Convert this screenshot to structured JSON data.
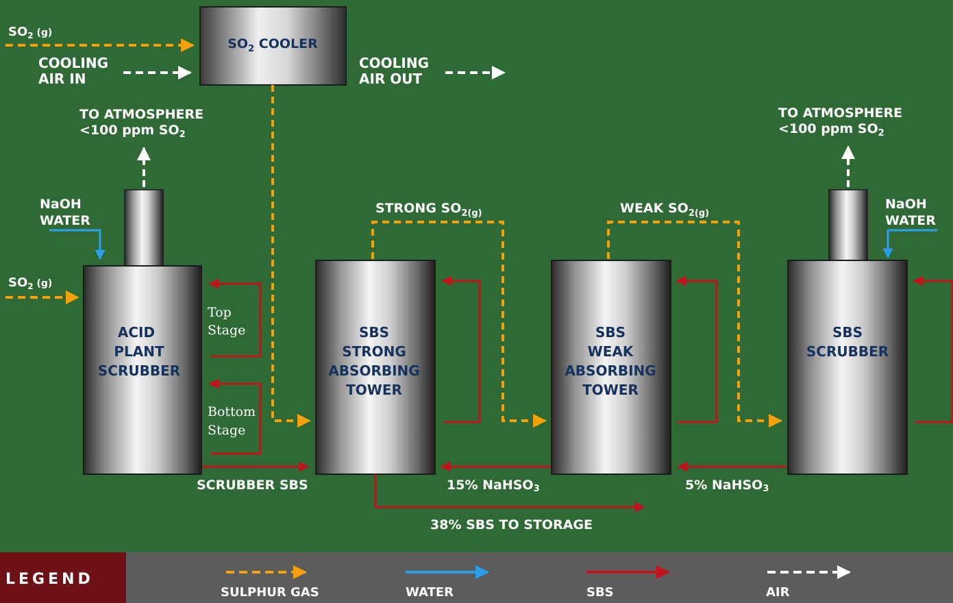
{
  "cooler": {
    "title_prefix": "SO",
    "title_sub": "2",
    "title_suffix": " COOLER"
  },
  "inputs": {
    "so2_top": {
      "main": "SO",
      "sub": "2",
      "state": " (g)"
    },
    "so2_left": {
      "main": "SO",
      "sub": "2",
      "state": " (g)"
    },
    "cooling_in": [
      "COOLING",
      "AIR IN"
    ],
    "cooling_out": [
      "COOLING",
      "AIR OUT"
    ],
    "naoh_left": [
      "NaOH",
      "WATER"
    ],
    "naoh_right": [
      "NaOH",
      "WATER"
    ]
  },
  "atmosphere_left": {
    "line1": "TO ATMOSPHERE",
    "line2_prefix": "<100 ppm SO",
    "line2_sub": "2"
  },
  "atmosphere_right": {
    "line1": "TO ATMOSPHERE",
    "line2_prefix": "<100 ppm SO",
    "line2_sub": "2"
  },
  "vessels": {
    "acid": [
      "ACID",
      "PLANT",
      "SCRUBBER"
    ],
    "strong": [
      "SBS",
      "STRONG",
      "ABSORBING",
      "TOWER"
    ],
    "weak": [
      "SBS",
      "WEAK",
      "ABSORBING",
      "TOWER"
    ],
    "scrubber": [
      "SBS",
      "SCRUBBER"
    ]
  },
  "stages": {
    "top": [
      "Top",
      "Stage"
    ],
    "bottom": [
      "Bottom",
      "Stage"
    ]
  },
  "streams": {
    "strong_so2": {
      "prefix": "STRONG SO",
      "sub": "2(g)"
    },
    "weak_so2": {
      "prefix": "WEAK SO",
      "sub": "2(g)"
    },
    "scrubber_sbs": "SCRUBBER SBS",
    "nahso3_15": {
      "prefix": "15% NaHSO",
      "sub": "3"
    },
    "nahso3_5": {
      "prefix": "5% NaHSO",
      "sub": "3"
    },
    "storage": "38% SBS TO STORAGE"
  },
  "legend": {
    "title": "LEGEND",
    "items": [
      {
        "label": "SULPHUR GAS",
        "color": "#f3a20b",
        "style": "dashed"
      },
      {
        "label": "WATER",
        "color": "#2a9ee8",
        "style": "solid"
      },
      {
        "label": "SBS",
        "color": "#c0141a",
        "style": "solid"
      },
      {
        "label": "AIR",
        "color": "#ffffff",
        "style": "dashed"
      }
    ]
  },
  "colors": {
    "gas": "#f3a20b",
    "water": "#2a9ee8",
    "sbs": "#c0141a",
    "air": "#ffffff",
    "background": "#2f6a36",
    "label_text": "#16325f"
  }
}
